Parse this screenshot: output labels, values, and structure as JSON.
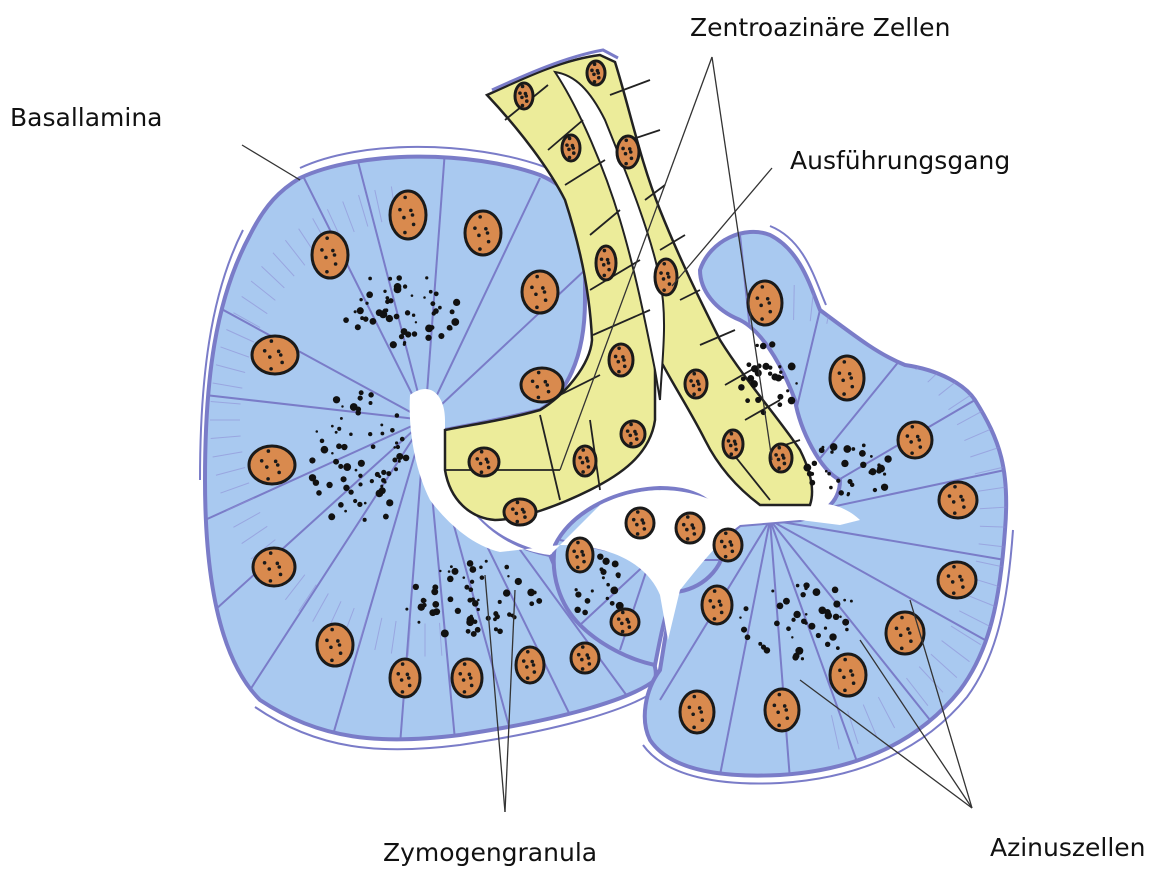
{
  "diagram": {
    "labels": {
      "basallamina": "Basallamina",
      "zentroazinaere_zellen": "Zentroazinäre Zellen",
      "ausfuehrungsgang": "Ausführungsgang",
      "zymogengranula": "Zymogengranula",
      "azinuszellen": "Azinuszellen"
    },
    "colors": {
      "acinus_fill": "#a9c9f0",
      "acinus_outline": "#7a7cc8",
      "duct_fill": "#ecec9a",
      "nucleus_fill": "#d98a4e",
      "granule": "#111111",
      "leader_line": "#333333"
    }
  }
}
